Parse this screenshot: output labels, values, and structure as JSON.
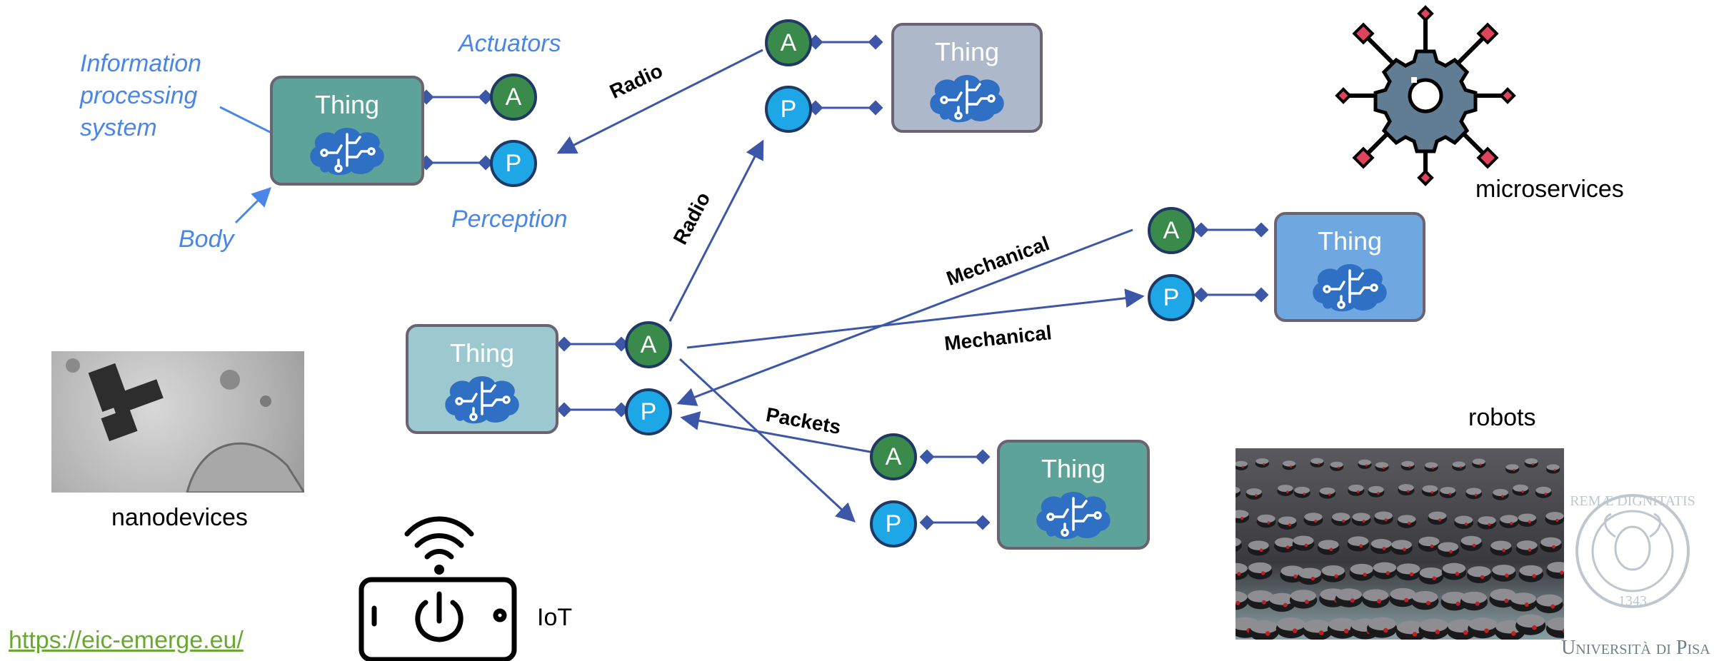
{
  "labels": {
    "information_processing_system": [
      "Information",
      "processing",
      "system"
    ],
    "actuators": "Actuators",
    "perception": "Perception",
    "body": "Body",
    "microservices": "microservices",
    "robots": "robots",
    "nanodevices": "nanodevices",
    "iot": "IoT",
    "url": "https://eic-emerge.eu/",
    "university": "Università di Pisa",
    "seal_text": "REMÆ DIGNITATIS 1343"
  },
  "things": [
    {
      "id": "thing-1",
      "label": "Thing",
      "color": "#5ea39a"
    },
    {
      "id": "thing-2",
      "label": "Thing",
      "color": "#adb9ca"
    },
    {
      "id": "thing-3",
      "label": "Thing",
      "color": "#6fa8e0"
    },
    {
      "id": "thing-4",
      "label": "Thing",
      "color": "#9cc8d0"
    },
    {
      "id": "thing-5",
      "label": "Thing",
      "color": "#5ea39a"
    }
  ],
  "nodes": {
    "actuator": "A",
    "perception": "P"
  },
  "edges": [
    {
      "label": "Radio"
    },
    {
      "label": "Radio"
    },
    {
      "label": "Mechanical"
    },
    {
      "label": "Mechanical"
    },
    {
      "label": "Packets"
    }
  ],
  "colors": {
    "arrow": "#3c56a8",
    "link": "#6aa832",
    "label_blue": "#4a86e8",
    "actuator": "#3a8a4c",
    "perception": "#1ea7e6"
  }
}
